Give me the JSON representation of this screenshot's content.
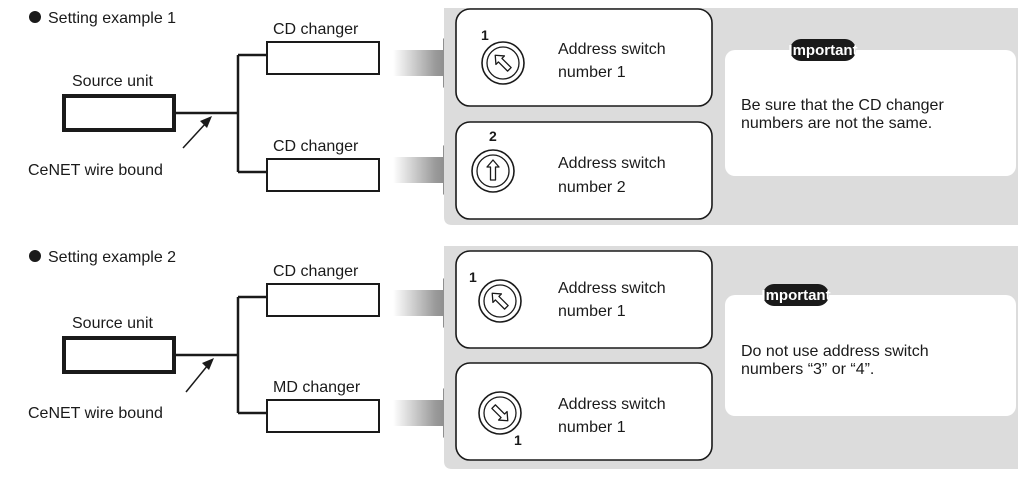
{
  "examples": [
    {
      "heading": "Setting example 1",
      "source_label": "Source unit",
      "wire_label": "CeNET wire bound",
      "units": [
        {
          "label": "CD changer",
          "switch_number": "1",
          "switch_text": [
            "Address switch",
            "number 1"
          ]
        },
        {
          "label": "CD changer",
          "switch_number": "2",
          "switch_text": [
            "Address switch",
            "number 2"
          ]
        }
      ],
      "important_badge": "Important",
      "note": [
        "Be sure that the CD changer",
        "numbers are not the same."
      ]
    },
    {
      "heading": "Setting example 2",
      "source_label": "Source unit",
      "wire_label": "CeNET wire bound",
      "units": [
        {
          "label": "CD changer",
          "switch_number": "1",
          "switch_text": [
            "Address switch",
            "number 1"
          ]
        },
        {
          "label": "MD changer",
          "switch_number": "1",
          "switch_text": [
            "Address switch",
            "number 1"
          ]
        }
      ],
      "important_badge": "Important",
      "note": [
        "Do not use address switch",
        "numbers “3” or “4”."
      ]
    }
  ]
}
